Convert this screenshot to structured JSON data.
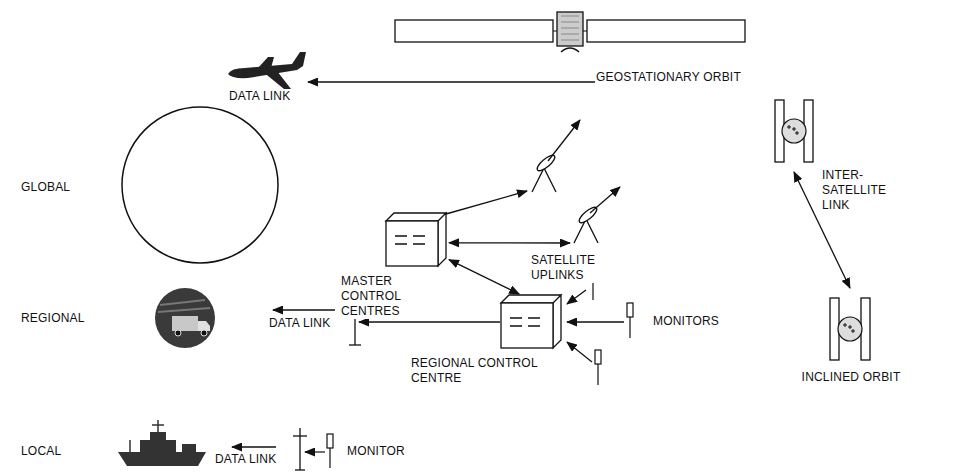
{
  "diagram": {
    "nodes": [
      {
        "text": [
          "GEOSTATIONARY ORBIT"
        ]
      },
      {
        "text": [
          "INTER-SATELLITE LINK"
        ]
      },
      {
        "text": [
          "MASTER CONTROL CENTRES"
        ]
      },
      {
        "text": [
          "SATELLITE UPLINKS"
        ]
      },
      {
        "text": [
          "REGIONAL CONTROL CENTRE"
        ]
      },
      {
        "text": [
          "INCLINED ORBIT"
        ]
      }
    ],
    "edges": [
      {
        "from": 2,
        "to": 4,
        "arrow": "both"
      },
      {
        "from": 2,
        "to": 3,
        "arrow": "both"
      },
      {
        "from": 1,
        "to": 5,
        "arrow": "both"
      }
    ],
    "labels": [
      "DATA LINK",
      "GLOBAL",
      "REGIONAL",
      "DATA LINK",
      "MONITORS",
      "LOCAL",
      "DATA LINK",
      "MONITOR"
    ]
  }
}
